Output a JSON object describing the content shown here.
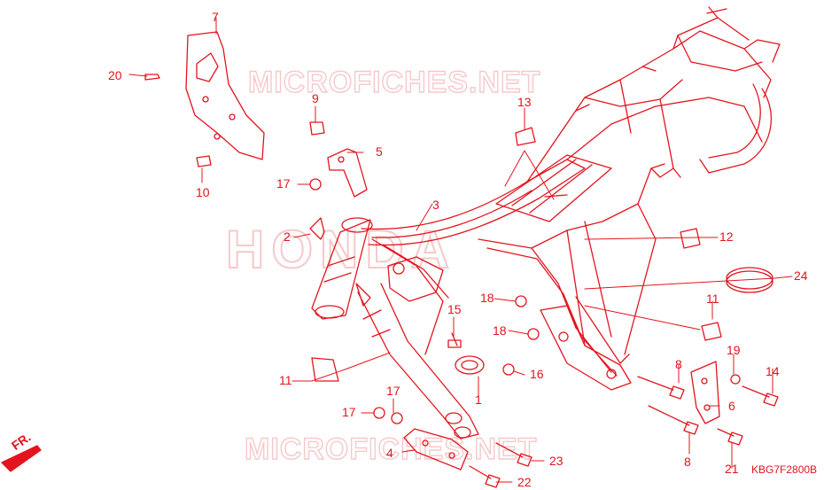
{
  "diagram_code": "KBG7F2800B",
  "direction_label": "FR.",
  "watermarks": {
    "site": "MICROFICHES.NET",
    "brand": "HONDA"
  },
  "colors": {
    "line": "#e3141e",
    "watermark": "#f6c9cb",
    "background": "#ffffff"
  },
  "callouts": [
    {
      "id": "c7",
      "text": "7"
    },
    {
      "id": "c20",
      "text": "20"
    },
    {
      "id": "c10",
      "text": "10"
    },
    {
      "id": "c9",
      "text": "9"
    },
    {
      "id": "c5",
      "text": "5"
    },
    {
      "id": "c17a",
      "text": "17"
    },
    {
      "id": "c2",
      "text": "2"
    },
    {
      "id": "c3",
      "text": "3"
    },
    {
      "id": "c13",
      "text": "13"
    },
    {
      "id": "c12",
      "text": "12"
    },
    {
      "id": "c24",
      "text": "24"
    },
    {
      "id": "c18a",
      "text": "18"
    },
    {
      "id": "c15",
      "text": "15"
    },
    {
      "id": "c18b",
      "text": "18"
    },
    {
      "id": "c11a",
      "text": "11"
    },
    {
      "id": "c11b",
      "text": "11"
    },
    {
      "id": "c16",
      "text": "16"
    },
    {
      "id": "c1",
      "text": "1"
    },
    {
      "id": "c17b",
      "text": "17"
    },
    {
      "id": "c17c",
      "text": "17"
    },
    {
      "id": "c8a",
      "text": "8"
    },
    {
      "id": "c19",
      "text": "19"
    },
    {
      "id": "c14",
      "text": "14"
    },
    {
      "id": "c6",
      "text": "6"
    },
    {
      "id": "c8b",
      "text": "8"
    },
    {
      "id": "c21",
      "text": "21"
    },
    {
      "id": "c4",
      "text": "4"
    },
    {
      "id": "c23",
      "text": "23"
    },
    {
      "id": "c22",
      "text": "22"
    }
  ]
}
